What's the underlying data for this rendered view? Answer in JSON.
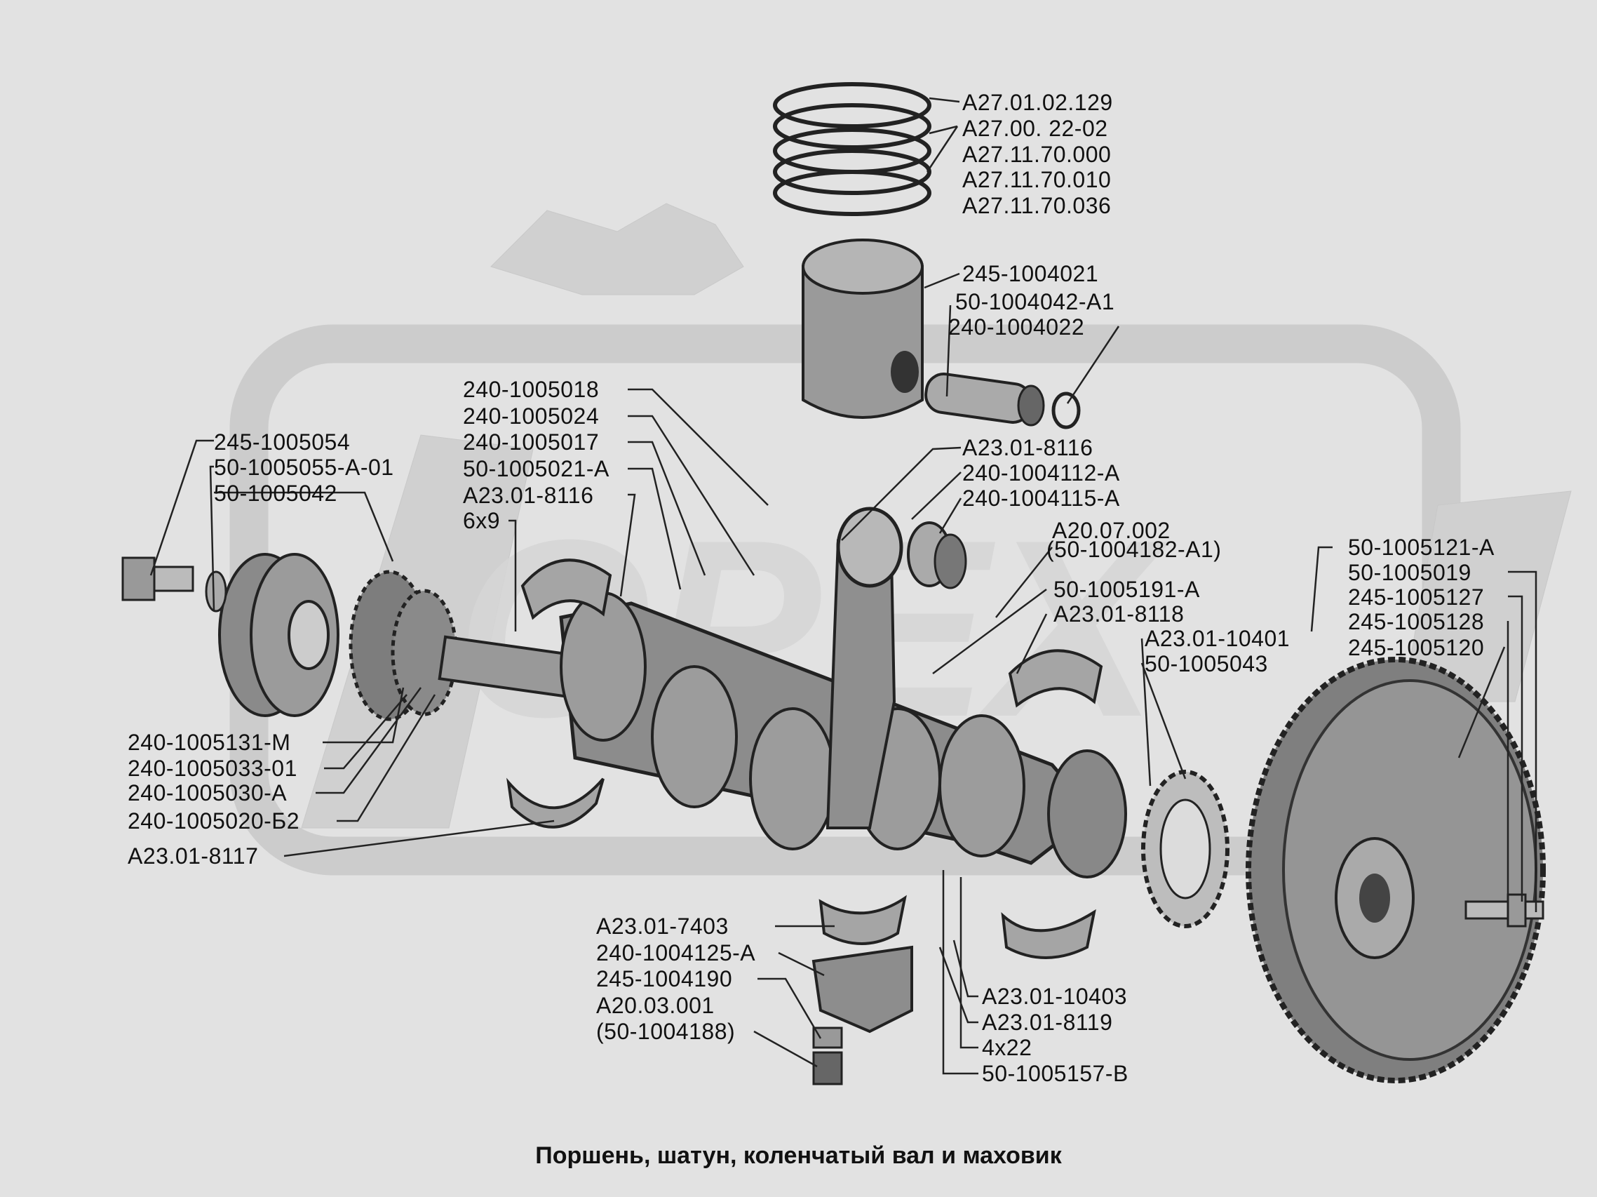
{
  "caption": "Поршень, шатун, коленчатый вал и маховик",
  "watermark": "ОРЕХ",
  "colors": {
    "background": "#e2e2e2",
    "ink": "#111111",
    "watermark": "#cfcfcf",
    "part_fill": "#8d8d8d"
  },
  "labels": {
    "piston_ring_top": "А27.01.02.129",
    "piston_ring_comp": "А27.00. 22-02",
    "ring_set_a": "А27.11.70.000",
    "ring_set_b": "А27.11.70.010",
    "ring_set_c": "А27.11.70.036",
    "piston": "245-1004021",
    "piston_pin": "50-1004042-А1",
    "pin_retainer": "240-1004022",
    "pulley_bolt": "245-1005054",
    "pulley_washer": "50-1005055-А-01",
    "pulley": "50-1005042",
    "crank_bolt": "240-1005018",
    "crank_washer": "240-1005024",
    "crank_plate": "240-1005017",
    "front_seal": "50-1005021-А",
    "bearing_a": "А23.01-8116",
    "key_6x9": "6х9",
    "rod_bearing_top": "А23.01-8116",
    "rod": "240-1004112-А",
    "rod_bushing": "240-1004115-А",
    "rod_assy": "А20.07.002",
    "rod_assy_alt": "(50-1004182-А1)",
    "dowel": "50-1005191-А",
    "main_bearing": "А23.01-8118",
    "thrust_half": "А23.01-10401",
    "rear_seal": "50-1005043",
    "flywheel_ring": "50-1005121-А",
    "flywheel_bolt": "50-1005019",
    "flywheel_washer": "245-1005127",
    "flywheel_plate": "245-1005128",
    "flywheel": "245-1005120",
    "hub": "240-1005131-М",
    "gear_a": "240-1005033-01",
    "gear_b": "240-1005030-А",
    "crankshaft": "240-1005020-Б2",
    "lower_bearing": "А23.01-8117",
    "rod_cap_bearing": "А23.01-7403",
    "rod_cap": "240-1004125-А",
    "rod_nut": "245-1004190",
    "cap_assy": "А20.03.001",
    "cap_assy_alt": "(50-1004188)",
    "thrust_lower": "А23.01-10403",
    "main_lower": "А23.01-8119",
    "pin_4x22": "4х22",
    "rear_plug": "50-1005157-В"
  }
}
